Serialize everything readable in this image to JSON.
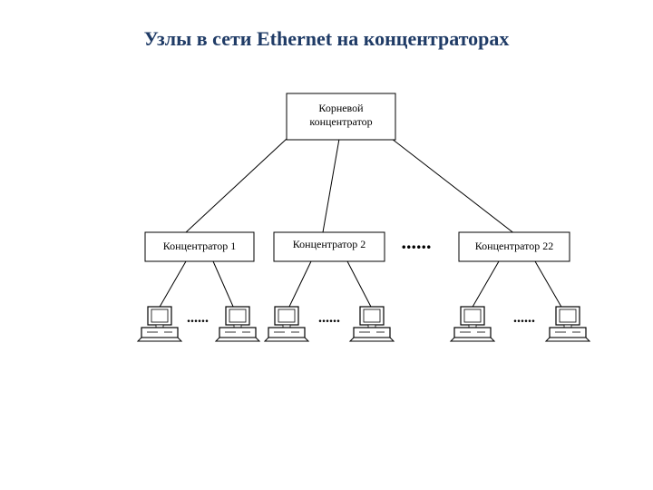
{
  "title": "Узлы в сети Ethernet на концентраторах",
  "root_hub": {
    "line1": "Корневой",
    "line2": "концентратор"
  },
  "hubs": [
    {
      "label": "Концентратор 1"
    },
    {
      "label": "Концентратор 2"
    },
    {
      "label": "Концентратор 22"
    }
  ],
  "ellipsis_large": "......",
  "ellipsis_small": "......"
}
